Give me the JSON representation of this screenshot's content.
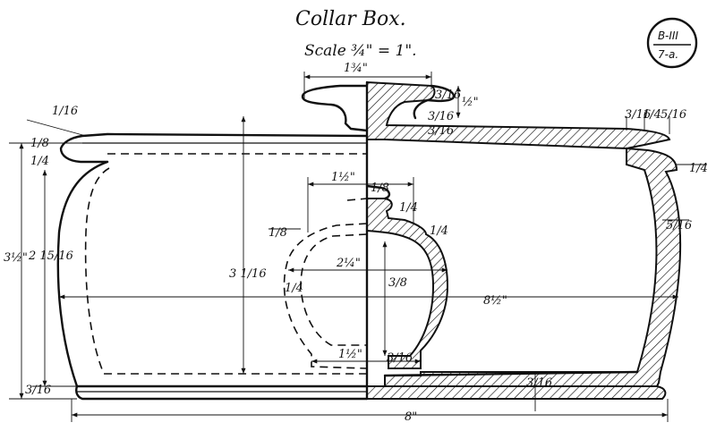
{
  "title": "Collar Box.",
  "scale": "Scale ¾\" = 1\".",
  "plate": {
    "top": "B-III",
    "bottom": "7-a."
  },
  "dimensions": {
    "lid_knob_width": "1¾\"",
    "knob_height": "½\"",
    "knob_thickness": "3/16",
    "lid_thickness": "3/16",
    "lid_rim_left": "1/16",
    "lid_rim_left_b": "1/8",
    "lid_rim_left_c": "1/4",
    "lid_flange": "3/16",
    "right_a": "3/16",
    "right_b": "1/4",
    "right_c": "5/16",
    "right_lip": "1/4",
    "right_wall": "5/16",
    "total_height": "3½\"",
    "body_height": "2 15/16",
    "inner_height": "3 1/16",
    "base_thickness": "3/16",
    "bottle_neck": "1/8",
    "bottle_neck_width": "1½\"",
    "bottle_stopper": "1/4",
    "bottle_shoulder": "1/4",
    "bottle_rim": "1/8",
    "bottle_width": "2¼\"",
    "bottle_height": "3/8",
    "bottle_wall": "1/4",
    "bottle_base_width": "1½\"",
    "bottle_base": "3/16",
    "body_width": "8½\"",
    "bottom_thickness": "3/16",
    "overall_width": "8\""
  }
}
